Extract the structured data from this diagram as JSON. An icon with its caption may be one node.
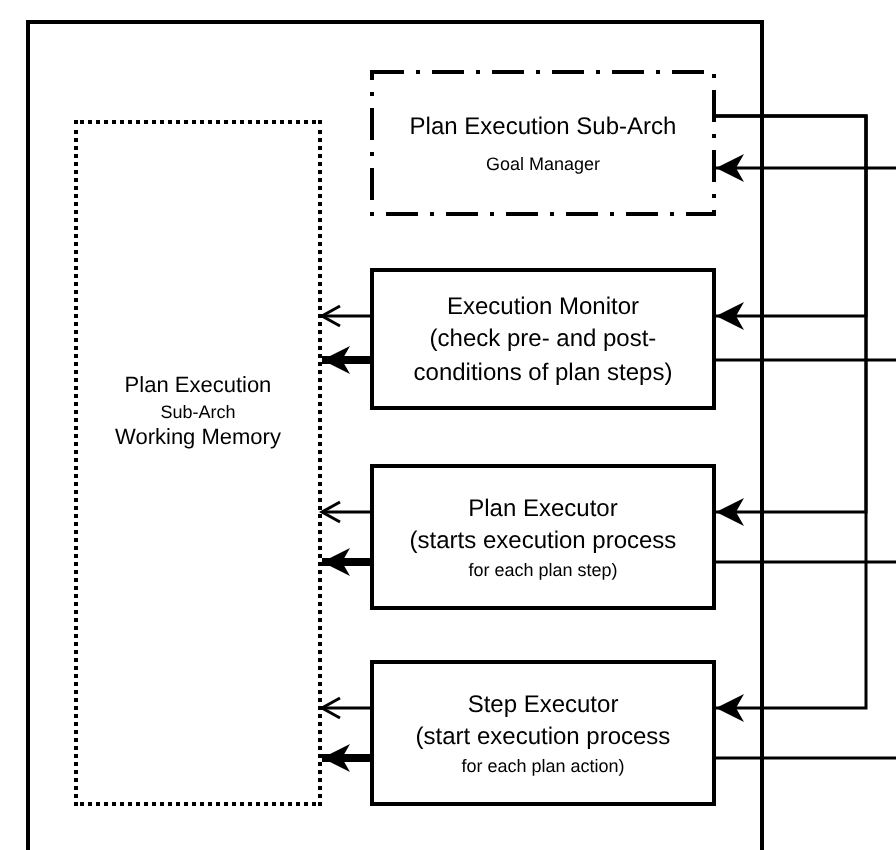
{
  "diagram": {
    "nodes": [
      {
        "text": [],
        "shape": "box"
      },
      {
        "text": [
          "Plan Execution",
          "Sub-Arch",
          "Working Memory"
        ],
        "in": 0
      },
      {
        "text": [
          "Plan Execution Sub-Arch",
          "Goal Manager"
        ],
        "in": 0
      },
      {
        "text": [
          "Execution Monitor",
          "(check pre- and post-conditions of plan steps)"
        ],
        "in": 0
      },
      {
        "text": [
          "Plan Executor",
          "(starts execution process",
          "for each plan step)"
        ],
        "in": 0
      },
      {
        "text": [
          "Step Executor",
          "(start execution process",
          "for each plan action)"
        ],
        "in": 0
      }
    ],
    "edges": [
      {
        "from": 2,
        "to": 3,
        "arrow": "to"
      },
      {
        "from": 2,
        "to": 4,
        "arrow": "to"
      },
      {
        "from": 2,
        "to": 5,
        "arrow": "to"
      },
      {
        "from": null,
        "to": 2,
        "arrow": "to"
      },
      {
        "from": 3,
        "to": null,
        "arrow": "none"
      },
      {
        "from": 4,
        "to": null,
        "arrow": "none"
      },
      {
        "from": 5,
        "to": null,
        "arrow": "none"
      },
      {
        "from": 3,
        "to": 1,
        "arrow": "to"
      },
      {
        "from": 3,
        "to": 1,
        "arrow": "to",
        "style": "thick"
      },
      {
        "from": 4,
        "to": 1,
        "arrow": "to"
      },
      {
        "from": 4,
        "to": 1,
        "arrow": "to",
        "style": "thick"
      },
      {
        "from": 5,
        "to": 1,
        "arrow": "to"
      },
      {
        "from": 5,
        "to": 1,
        "arrow": "to",
        "style": "thick"
      }
    ]
  }
}
